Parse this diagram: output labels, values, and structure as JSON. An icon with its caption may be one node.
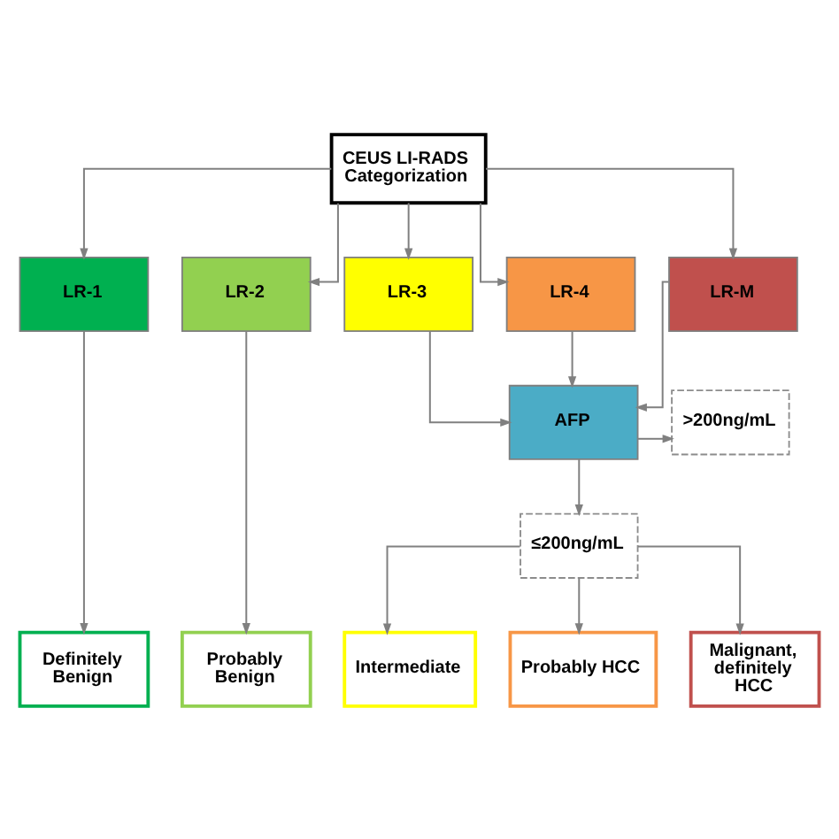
{
  "diagram": {
    "nodes": [
      {
        "text": [
          "CEUS LI-RADS Categorization"
        ]
      },
      {
        "text": [
          "LR-1"
        ]
      },
      {
        "text": [
          "LR-2"
        ]
      },
      {
        "text": [
          "LR-3"
        ]
      },
      {
        "text": [
          "LR-4"
        ]
      },
      {
        "text": [
          "LR-M"
        ]
      },
      {
        "text": [
          "AFP"
        ]
      },
      {
        "text": [
          ">200ng/mL"
        ]
      },
      {
        "text": [
          "≤200ng/mL"
        ]
      },
      {
        "text": [
          "Definitely Benign"
        ]
      },
      {
        "text": [
          "Probably Benign"
        ]
      },
      {
        "text": [
          "Intermediate"
        ]
      },
      {
        "text": [
          "Probably HCC"
        ]
      },
      {
        "text": [
          "Malignant, definitely HCC"
        ]
      }
    ],
    "edges": [
      {
        "from": 0,
        "to": 1,
        "arrow": "to"
      },
      {
        "from": 0,
        "to": 2,
        "arrow": "to"
      },
      {
        "from": 0,
        "to": 3,
        "arrow": "to"
      },
      {
        "from": 0,
        "to": 4,
        "arrow": "to"
      },
      {
        "from": 0,
        "to": 5,
        "arrow": "to"
      },
      {
        "from": 1,
        "to": 9,
        "arrow": "to"
      },
      {
        "from": 2,
        "to": 10,
        "arrow": "to"
      },
      {
        "from": 3,
        "to": 6,
        "arrow": "to"
      },
      {
        "from": 4,
        "to": 6,
        "arrow": "to"
      },
      {
        "from": 5,
        "to": 6,
        "arrow": "to"
      },
      {
        "from": 6,
        "to": 7,
        "arrow": "to"
      },
      {
        "from": 6,
        "to": 8,
        "arrow": "to"
      },
      {
        "from": 8,
        "to": 11,
        "arrow": "to"
      },
      {
        "from": 8,
        "to": 12,
        "arrow": "to"
      },
      {
        "from": 8,
        "to": 13,
        "arrow": "to"
      }
    ]
  }
}
